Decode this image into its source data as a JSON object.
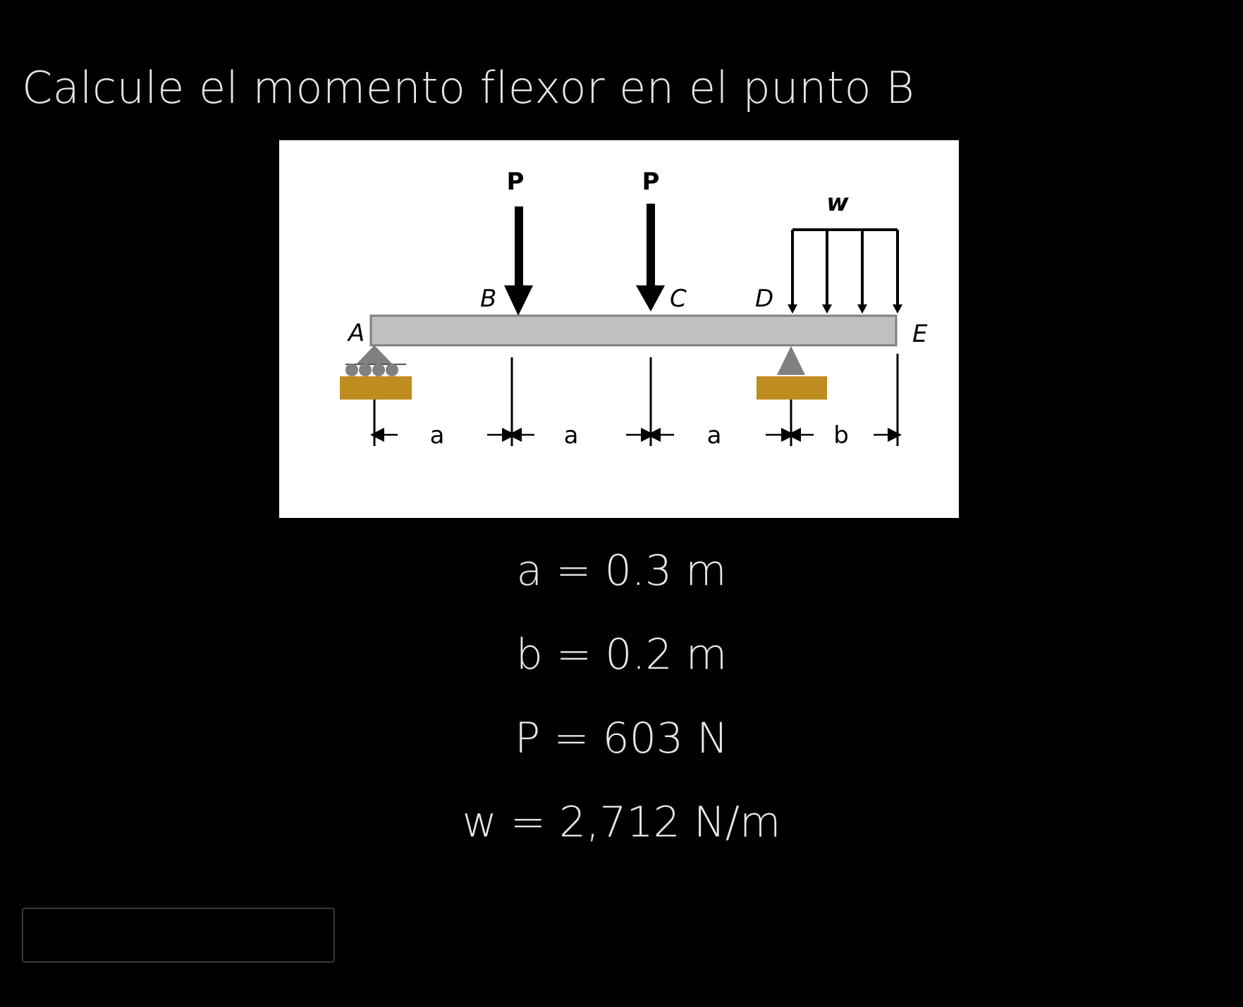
{
  "question": "Calcule el momento flexor en el punto B",
  "figure": {
    "load_P1": "P",
    "load_P2": "P",
    "load_w": "w",
    "point_A": "A",
    "point_B": "B",
    "point_C": "C",
    "point_D": "D",
    "point_E": "E",
    "dim_1": "a",
    "dim_2": "a",
    "dim_3": "a",
    "dim_4": "b",
    "colors": {
      "beam": "#c0c0c0",
      "support_base": "#bf8c1f",
      "support_triangle": "#808080"
    }
  },
  "params": {
    "a": "a = 0.3 m",
    "b": "b = 0.2 m",
    "P": "P = 603 N",
    "w": "w = 2,712 N/m"
  },
  "answer": {
    "value": "",
    "placeholder": ""
  }
}
